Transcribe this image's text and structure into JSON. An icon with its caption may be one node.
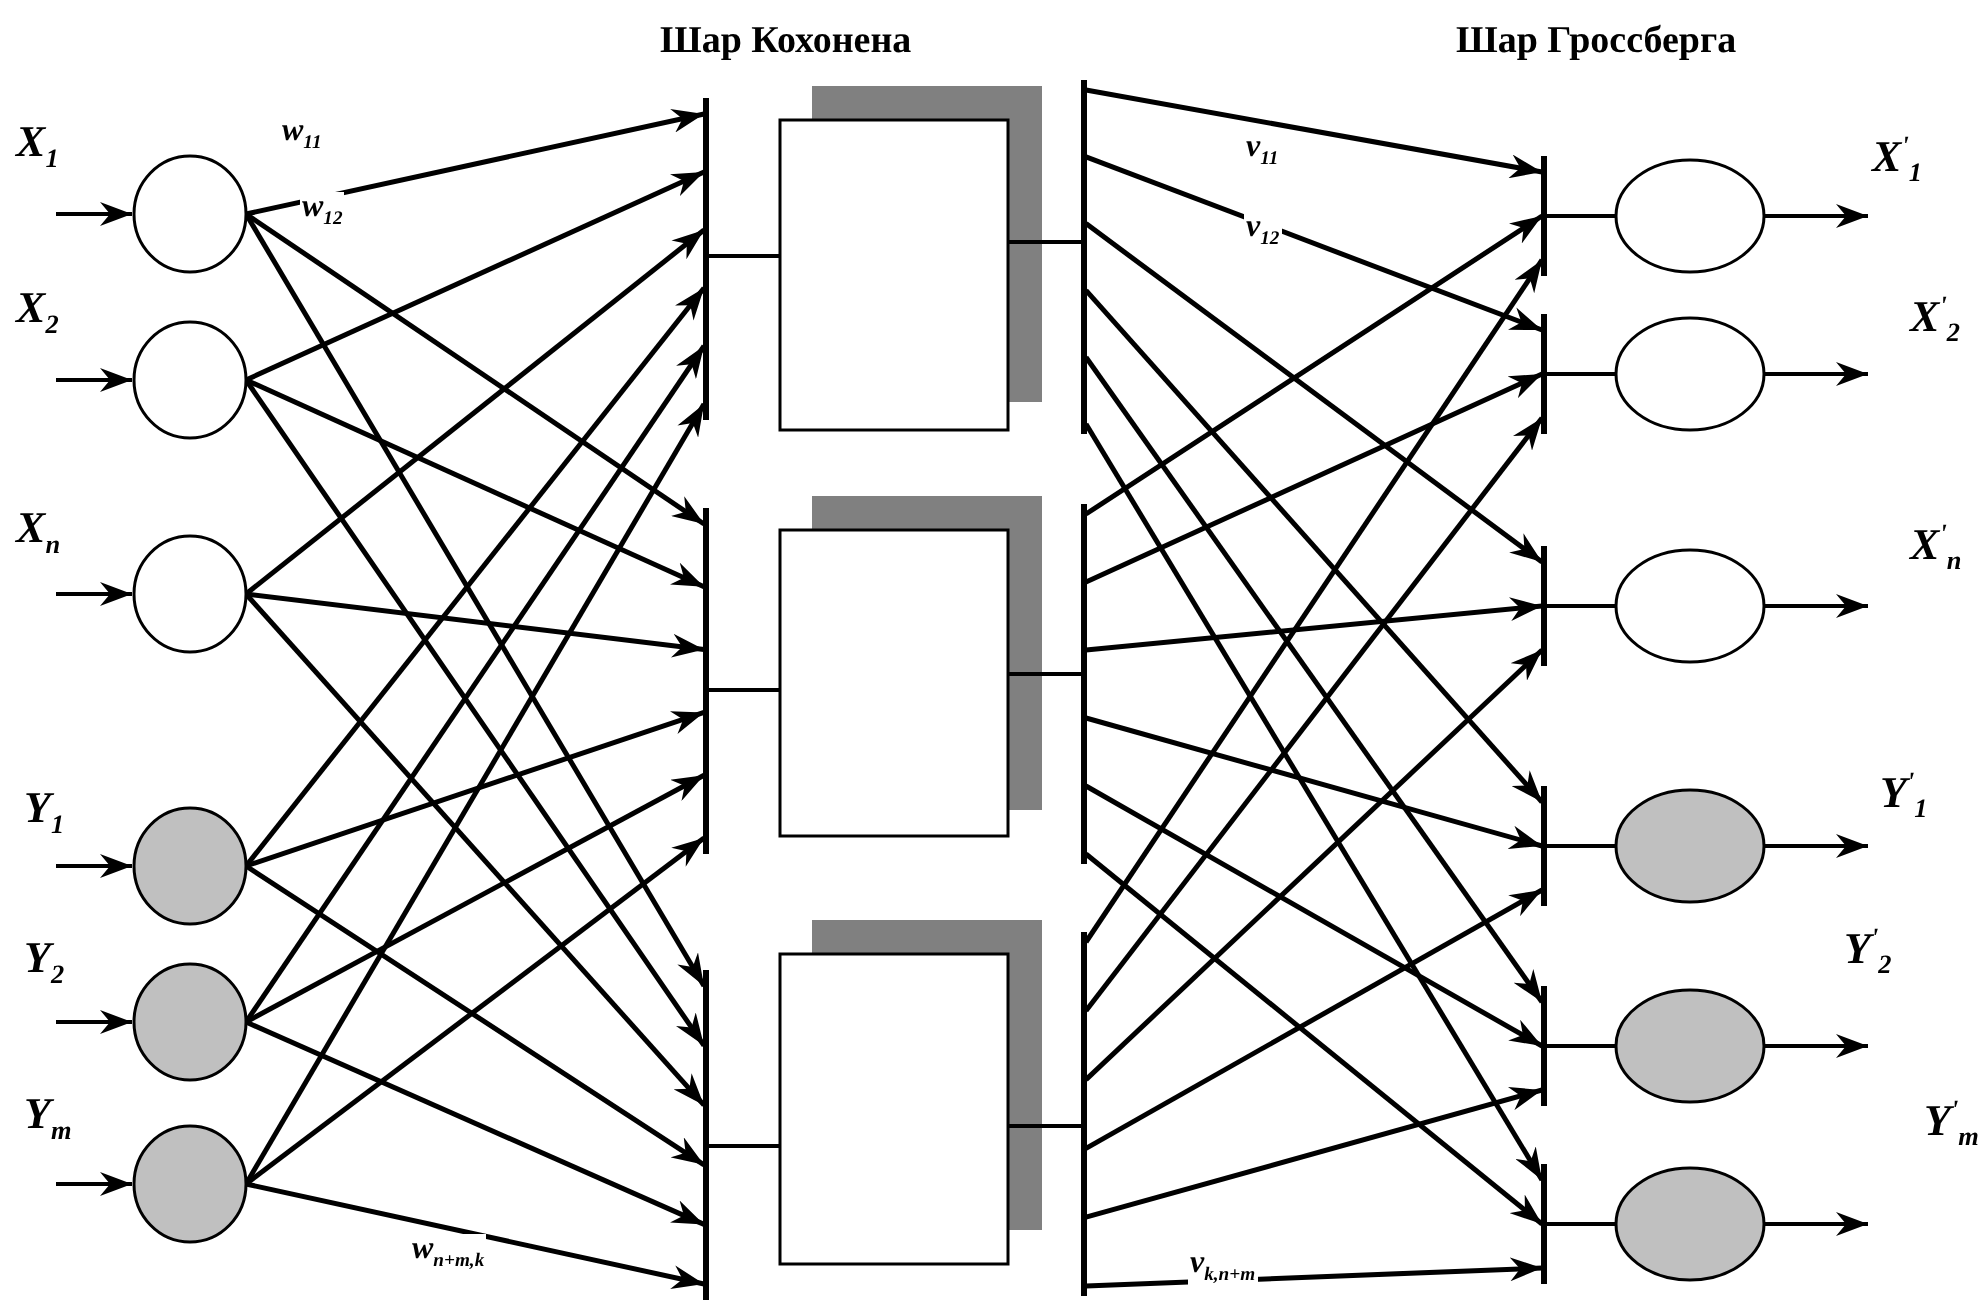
{
  "diagram": {
    "nodes": [
      {
        "text": [],
        "shape": "circle",
        "beside": [
          "X$_{1}$"
        ]
      },
      {
        "text": [],
        "shape": "circle",
        "beside": [
          "X$_{2}$"
        ]
      },
      {
        "text": [],
        "shape": "circle",
        "beside": [
          "X$_{n}$"
        ]
      },
      {
        "text": [],
        "shape": "circle",
        "beside": [
          "Y$_{1}$"
        ]
      },
      {
        "text": [],
        "shape": "circle",
        "beside": [
          "Y$_{2}$"
        ]
      },
      {
        "text": [],
        "shape": "circle",
        "beside": [
          "Y$_{m}$"
        ]
      },
      {
        "text": [],
        "shape": "box"
      },
      {
        "text": [],
        "shape": "box"
      },
      {
        "text": [],
        "shape": "box"
      },
      {
        "text": [],
        "shape": "circle",
        "beside": [
          "X$^{'}$$_{1}$"
        ]
      },
      {
        "text": [],
        "shape": "circle",
        "beside": [
          "X$^{'}$$_{2}$"
        ]
      },
      {
        "text": [],
        "shape": "circle",
        "beside": [
          "X$^{'}$$_{n}$"
        ]
      },
      {
        "text": [],
        "shape": "circle",
        "beside": [
          "Y$^{'}$$_{1}$"
        ]
      },
      {
        "text": [],
        "shape": "circle",
        "beside": [
          "Y$^{'}$$_{2}$"
        ]
      },
      {
        "text": [],
        "shape": "circle",
        "beside": [
          "Y$^{'}$$_{m}$"
        ]
      }
    ],
    "edges": [
      {
        "from": null,
        "to": 0,
        "arrow": "to"
      },
      {
        "from": null,
        "to": 1,
        "arrow": "to"
      },
      {
        "from": null,
        "to": 2,
        "arrow": "to"
      },
      {
        "from": null,
        "to": 3,
        "arrow": "to"
      },
      {
        "from": null,
        "to": 4,
        "arrow": "to"
      },
      {
        "from": null,
        "to": 5,
        "arrow": "to"
      },
      {
        "from": 0,
        "to": 6,
        "arrow": "to",
        "label": "w$_{11}$"
      },
      {
        "from": 0,
        "to": 7,
        "arrow": "to",
        "label": "w$_{12}$"
      },
      {
        "from": 0,
        "to": 8,
        "arrow": "to"
      },
      {
        "from": 1,
        "to": 6,
        "arrow": "to"
      },
      {
        "from": 1,
        "to": 7,
        "arrow": "to"
      },
      {
        "from": 1,
        "to": 8,
        "arrow": "to"
      },
      {
        "from": 2,
        "to": 6,
        "arrow": "to"
      },
      {
        "from": 2,
        "to": 7,
        "arrow": "to"
      },
      {
        "from": 2,
        "to": 8,
        "arrow": "to"
      },
      {
        "from": 3,
        "to": 6,
        "arrow": "to"
      },
      {
        "from": 3,
        "to": 7,
        "arrow": "to"
      },
      {
        "from": 3,
        "to": 8,
        "arrow": "to"
      },
      {
        "from": 4,
        "to": 6,
        "arrow": "to"
      },
      {
        "from": 4,
        "to": 7,
        "arrow": "to"
      },
      {
        "from": 4,
        "to": 8,
        "arrow": "to"
      },
      {
        "from": 5,
        "to": 6,
        "arrow": "to"
      },
      {
        "from": 5,
        "to": 7,
        "arrow": "to"
      },
      {
        "from": 5,
        "to": 8,
        "arrow": "to",
        "label": "w$_{n+m,k}$"
      },
      {
        "from": 6,
        "to": 9,
        "arrow": "to",
        "label": "v$_{11}$"
      },
      {
        "from": 6,
        "to": 10,
        "arrow": "to",
        "label": "v$_{12}$"
      },
      {
        "from": 6,
        "to": 11,
        "arrow": "to"
      },
      {
        "from": 6,
        "to": 12,
        "arrow": "to"
      },
      {
        "from": 6,
        "to": 13,
        "arrow": "to"
      },
      {
        "from": 6,
        "to": 14,
        "arrow": "to"
      },
      {
        "from": 7,
        "to": 9,
        "arrow": "to"
      },
      {
        "from": 7,
        "to": 10,
        "arrow": "to"
      },
      {
        "from": 7,
        "to": 11,
        "arrow": "to"
      },
      {
        "from": 7,
        "to": 12,
        "arrow": "to"
      },
      {
        "from": 7,
        "to": 13,
        "arrow": "to"
      },
      {
        "from": 7,
        "to": 14,
        "arrow": "to"
      },
      {
        "from": 8,
        "to": 9,
        "arrow": "to"
      },
      {
        "from": 8,
        "to": 10,
        "arrow": "to"
      },
      {
        "from": 8,
        "to": 11,
        "arrow": "to"
      },
      {
        "from": 8,
        "to": 12,
        "arrow": "to"
      },
      {
        "from": 8,
        "to": 13,
        "arrow": "to"
      },
      {
        "from": 8,
        "to": 14,
        "arrow": "to",
        "label": "v$_{k,n+m}$"
      },
      {
        "from": 9,
        "to": null,
        "arrow": "to"
      },
      {
        "from": 10,
        "to": null,
        "arrow": "to"
      },
      {
        "from": 11,
        "to": null,
        "arrow": "to"
      },
      {
        "from": 12,
        "to": null,
        "arrow": "to"
      },
      {
        "from": 13,
        "to": null,
        "arrow": "to"
      },
      {
        "from": 14,
        "to": null,
        "arrow": "to"
      }
    ],
    "labels": [
      "Шар Кохонена",
      "Шар Гроссберга"
    ]
  }
}
